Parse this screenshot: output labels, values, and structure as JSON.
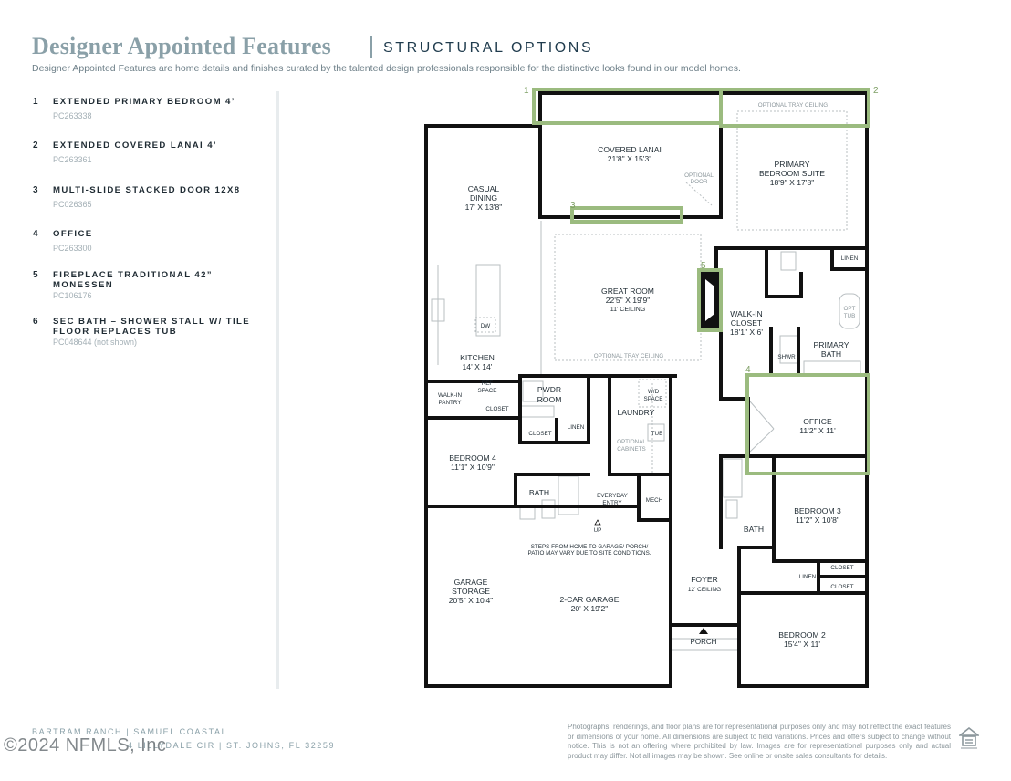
{
  "header": {
    "title": "Designer Appointed Features",
    "subtitle": "STRUCTURAL OPTIONS",
    "description": "Designer Appointed Features are home details and finishes curated by the talented design professionals responsible for the distinctive looks found in our model homes."
  },
  "features": [
    {
      "num": "1",
      "name": "EXTENDED PRIMARY BEDROOM 4’",
      "code": "PC263338"
    },
    {
      "num": "2",
      "name": "EXTENDED COVERED LANAI 4’",
      "code": "PC263361"
    },
    {
      "num": "3",
      "name": "MULTI-SLIDE STACKED DOOR 12X8",
      "code": "PC026365"
    },
    {
      "num": "4",
      "name": "OFFICE",
      "code": "PC263300"
    },
    {
      "num": "5",
      "name": "FIREPLACE TRADITIONAL 42” MONESSEN",
      "code": "PC106176"
    },
    {
      "num": "6",
      "name": "SEC BATH – SHOWER STALL W/ TILE FLOOR REPLACES TUB",
      "code": "PC048644 (not shown)"
    }
  ],
  "colors": {
    "highlight": "#9bbb7f",
    "wall": "#111111",
    "accent_text": "#8aa0a8"
  },
  "plan": {
    "callouts": {
      "c1": "1",
      "c2": "2",
      "c3": "3",
      "c4": "4",
      "c5": "5"
    },
    "rooms": {
      "covered_lanai": {
        "name": "COVERED LANAI",
        "dim": "21'8\" X 15'3\""
      },
      "primary_bed": {
        "name1": "PRIMARY",
        "name2": "BEDROOM SUITE",
        "dim": "18'9\" X 17'8\""
      },
      "casual_dining": {
        "name1": "CASUAL",
        "name2": "DINING",
        "dim": "17' X 13'8\""
      },
      "great_room": {
        "name": "GREAT ROOM",
        "dim": "22'5\" X 19'9\"",
        "ceiling": "11' CEILING"
      },
      "walk_in_closet": {
        "name1": "WALK-IN",
        "name2": "CLOSET",
        "dim": "18'1\" X 6'"
      },
      "primary_bath": {
        "name1": "PRIMARY",
        "name2": "BATH"
      },
      "kitchen": {
        "name": "KITCHEN",
        "dim": "14' X 14'"
      },
      "office": {
        "name": "OFFICE",
        "dim": "11'2\" X 11'"
      },
      "bedroom4": {
        "name": "BEDROOM 4",
        "dim": "11'1\" X 10'9\""
      },
      "bedroom3": {
        "name": "BEDROOM 3",
        "dim": "11'2\" X 10'8\""
      },
      "bedroom2": {
        "name": "BEDROOM 2",
        "dim": "15'4\" X 11'"
      },
      "garage_storage": {
        "name1": "GARAGE",
        "name2": "STORAGE",
        "dim": "20'5\" X 10'4\""
      },
      "garage": {
        "name": "2-CAR GARAGE",
        "dim": "20' X 19'2\""
      },
      "foyer": {
        "name": "FOYER",
        "ceiling": "12' CEILING"
      }
    },
    "small_labels": {
      "optional_tray_top": "OPTIONAL TRAY CEILING",
      "optional_tray_great": "OPTIONAL TRAY CEILING",
      "optional_door1": "OPTIONAL",
      "optional_door2": "DOOR",
      "linen1": "LINEN",
      "opt_tub1": "OPT",
      "opt_tub2": "TUB",
      "shwr": "SHWR",
      "dw": "DW",
      "walk_in_pantry1": "WALK-IN",
      "walk_in_pantry2": "PANTRY",
      "ref_space1": "REF",
      "ref_space2": "SPACE",
      "pwdr1": "PWDR",
      "pwdr2": "ROOM",
      "wd_space1": "W/D",
      "wd_space2": "SPACE",
      "laundry": "LAUNDRY",
      "tub": "TUB",
      "opt_cab1": "OPTIONAL",
      "opt_cab2": "CABINETS",
      "closet1": "CLOSET",
      "closet2": "CLOSET",
      "linen2": "LINEN",
      "bath_small": "BATH",
      "everyday1": "EVERYDAY",
      "everyday2": "ENTRY",
      "mech": "MECH",
      "up": "UP",
      "steps1": "STEPS FROM HOME TO GARAGE/ PORCH/",
      "steps2": "PATIO MAY VARY DUE TO SITE CONDITIONS.",
      "bath2": "BATH",
      "linen3": "LINEN",
      "closet3": "CLOSET",
      "closet4": "CLOSET",
      "porch": "PORCH"
    }
  },
  "footer": {
    "community": "BARTRAM RANCH | SAMUEL COASTAL",
    "address": "4 LILLYDALE CIR | ST. JOHNS, FL 32259",
    "watermark": "©2024 NFMLS, Inc",
    "disclaimer": "Photographs, renderings, and floor plans are for representational purposes only and may not reflect the exact features or dimensions of your home. All dimensions are subject to field variations. Prices and offers subject to change without notice. This is not an offering where prohibited by law. Images are for representational purposes only and actual product may differ. Not all images may be shown. See online or onsite sales consultants for details."
  }
}
